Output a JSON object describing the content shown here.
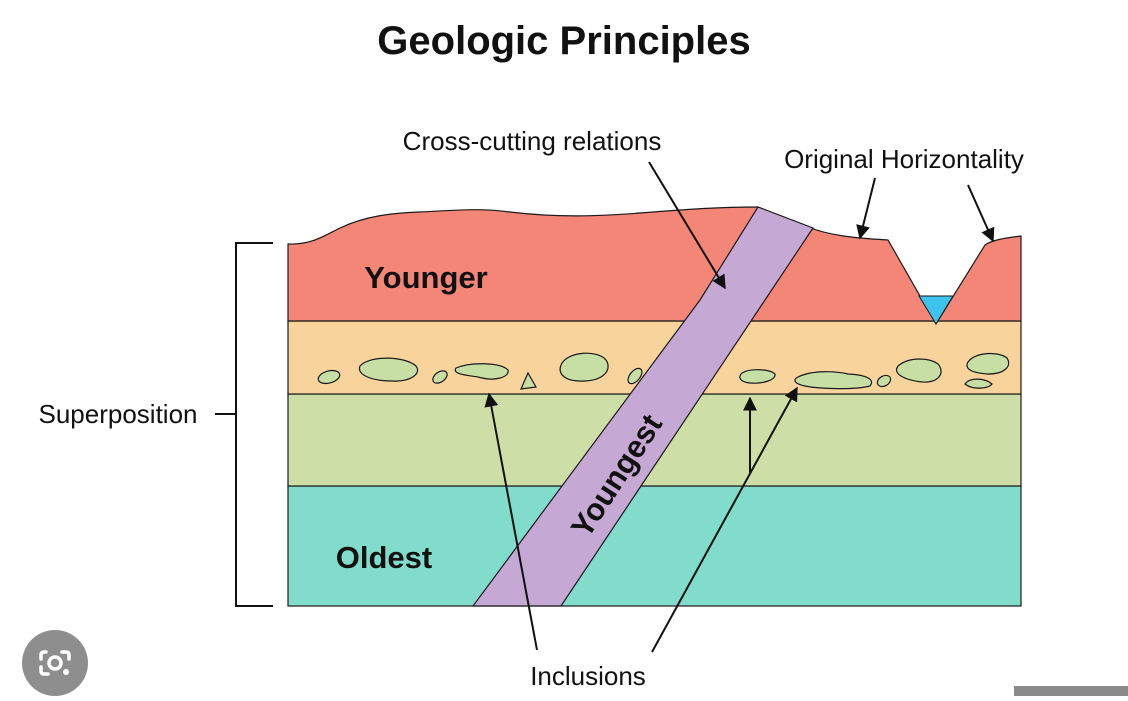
{
  "title": "Geologic Principles",
  "labels": {
    "cross_cutting": "Cross-cutting relations",
    "original_horizontality": "Original Horizontality",
    "superposition": "Superposition",
    "younger": "Younger",
    "youngest": "Youngest",
    "oldest": "Oldest",
    "inclusions": "Inclusions"
  },
  "colors": {
    "top_layer": "#f38677",
    "inclusion_layer": "#f8d49c",
    "green_layer": "#cddfa6",
    "bottom_layer": "#82dccb",
    "dike": "#c6a8d4",
    "pebbles": "#c7dfa4",
    "water": "#3cc3ee",
    "outline": "#1a1a1a"
  },
  "icons": {
    "lens": "google-lens-icon"
  }
}
